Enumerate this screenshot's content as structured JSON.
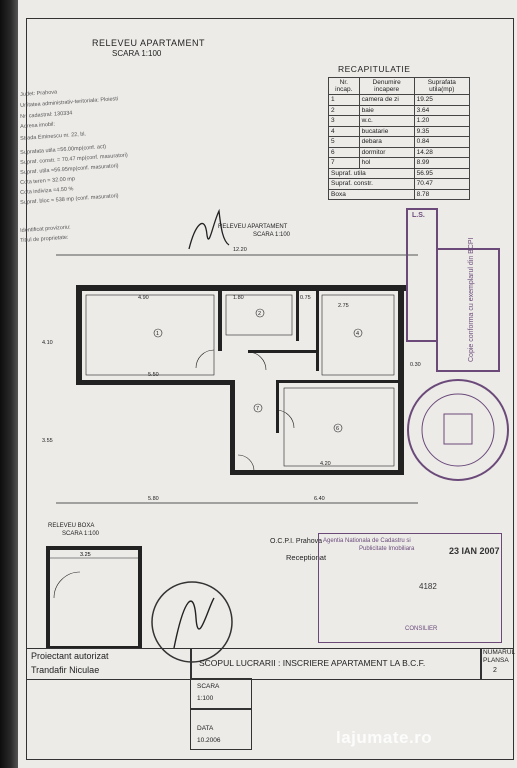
{
  "header": {
    "title": "RELEVEU APARTAMENT",
    "scale": "SCARA 1:100"
  },
  "recap": {
    "title": "RECAPITULATIE",
    "headers": [
      "Nr. incap.",
      "Denumire incapere",
      "Suprafata utila(mp)"
    ],
    "rows": [
      [
        "1",
        "camera de zi",
        "19.25"
      ],
      [
        "2",
        "baie",
        "3.64"
      ],
      [
        "3",
        "w.c.",
        "1.20"
      ],
      [
        "4",
        "bucatarie",
        "9.35"
      ],
      [
        "5",
        "debara",
        "0.84"
      ],
      [
        "6",
        "dormitor",
        "14.28"
      ],
      [
        "7",
        "hol",
        "8.99"
      ]
    ],
    "totals": [
      [
        "Supraf. utila",
        "56.95"
      ],
      [
        "Supraf. constr.",
        "70.47"
      ],
      [
        "Boxa",
        "8.78"
      ]
    ]
  },
  "info": [
    "Judet: Prahova",
    "Unitatea administrativ-teritoriala: Ploiesti",
    "Nr. cadastral: 130334",
    "Adresa imobil:",
    "Strada Eminescu nr. 22, bl.",
    "Suprafata utila =56.00mp(conf. act)",
    "Supraf. constr. = 70.47 mp(conf. masuratori)",
    "Supraf. utila =56.95mp(conf. masuratori)",
    "Cota teren = 32.00 mp",
    "Cota indiviza =4.50 %",
    "Supraf. bloc = 538 mp (conf. masuratori)",
    "",
    "Identificat provizoriu:",
    "Titlul de proprietate:"
  ],
  "plan": {
    "title": "RELEVEU APARTAMENT",
    "scale": "SCARA 1:100",
    "dims": [
      "12.20",
      "4.90",
      "1.80",
      "0.75",
      "2.75",
      "5.50",
      "4.20",
      "5.80",
      "6.40",
      "0.30",
      "3.55",
      "4.10"
    ],
    "rooms": [
      "1",
      "2",
      "4",
      "6",
      "7"
    ]
  },
  "stamps": {
    "ls": "L.S.",
    "cert": "Copie conforma cu exemplarul din BCPI"
  },
  "box": {
    "title": "RELEVEU BOXA",
    "scale": "SCARA 1:100",
    "dim": "3.25"
  },
  "ocpi": {
    "office": "O.C.P.I. Prahova",
    "receptionat": "Receptionat",
    "agency": "Agentia Nationala de Cadastru si",
    "agency2": "Publicitate Imobiliara",
    "date": "23 IAN 2007",
    "number": "4182",
    "consilier": "CONSILIER"
  },
  "footer": {
    "role": "Proiectant autorizat",
    "name": "Trandafir Niculae",
    "work": "SCOPUL LUCRARII : INSCRIERE APARTAMENT LA B.C.F.",
    "sheet_label": "NUMARUL",
    "sheet_sub": "PLANSA",
    "sheet_value": "2",
    "scale_label": "SCARA",
    "scale_value": "1:100",
    "date_label": "DATA",
    "date_value": "10.2006"
  },
  "watermark": "lajumate.ro"
}
